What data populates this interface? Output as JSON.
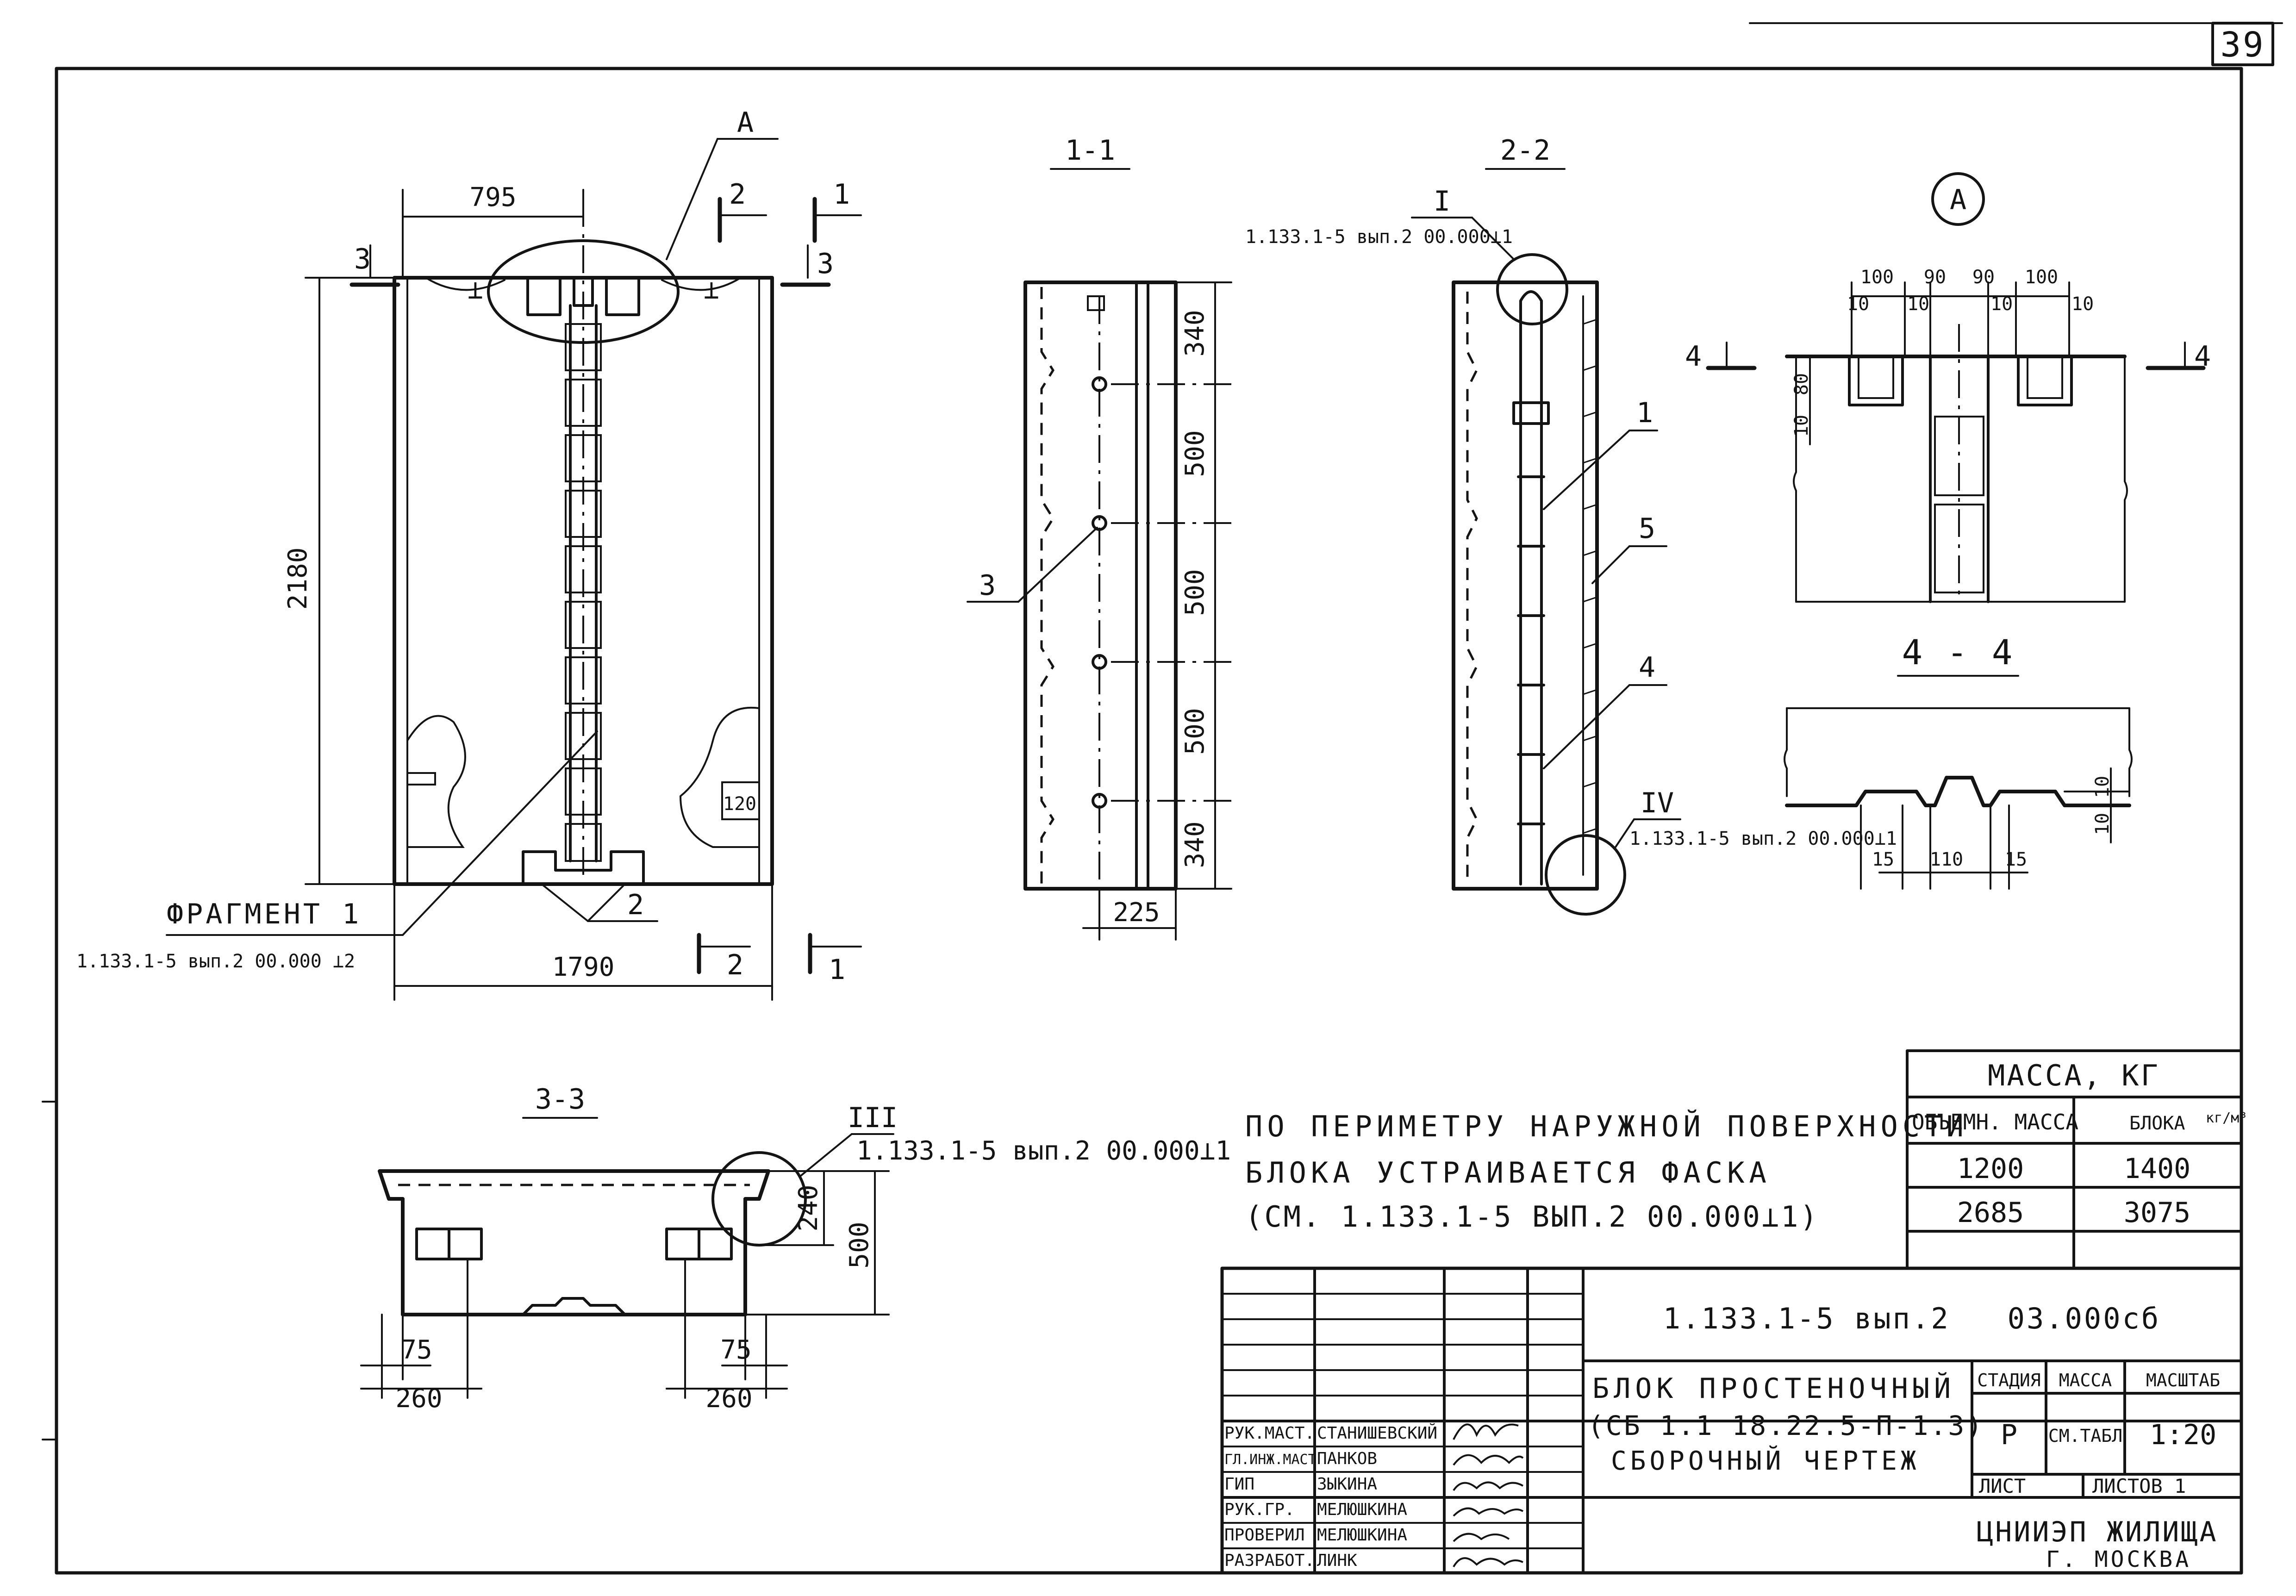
{
  "page_number": "39",
  "elevation": {
    "dim_width_top": "795",
    "dim_height": "2180",
    "dim_width_bottom": "1790",
    "dim_notch": "120",
    "label_A": "A",
    "cut_1": "1",
    "cut_2": "2",
    "cut_3": "3",
    "mark_1": "1",
    "mark_2": "2",
    "fragment_label": "ФРАГМЕНТ 1",
    "fragment_ref": "1.133.1-5 вып.2 00.000 ⊥2"
  },
  "section_1_1": {
    "title": "1-1",
    "dims": [
      "340",
      "500",
      "500",
      "500",
      "340"
    ],
    "dim_bottom": "225",
    "mark": "3"
  },
  "section_2_2": {
    "title": "2-2",
    "node_I": "I",
    "node_I_ref": "1.133.1-5 вып.2 00.000⊥1",
    "node_IV": "IV",
    "node_IV_ref": "1.133.1-5 вып.2 00.000⊥1",
    "marks": [
      "1",
      "5",
      "4"
    ]
  },
  "detail_A": {
    "label": "A",
    "dims_top": [
      "100",
      "90",
      "90",
      "100"
    ],
    "dims_top_small": [
      "10",
      "10",
      "10",
      "10"
    ],
    "dim_80": "80",
    "dim_10": "10",
    "cut_4": "4"
  },
  "section_4_4": {
    "title": "4 - 4",
    "dims_bottom": [
      "15",
      "110",
      "15"
    ],
    "dim_10a": "10",
    "dim_10b": "10"
  },
  "section_3_3": {
    "title": "3-3",
    "node_III": "III",
    "node_III_ref": "1.133.1-5 вып.2 00.000⊥1",
    "dim_240": "240",
    "dim_500": "500",
    "dim_75_left": "75",
    "dim_260_left": "260",
    "dim_75_right": "75",
    "dim_260_right": "260"
  },
  "note": {
    "line1": "По периметру наружной поверхности",
    "line2": "блока устраивается фаска",
    "line3": "(см. 1.133.1-5 вып.2 00.000⊥1)"
  },
  "mass_table": {
    "title": "Масса, кг",
    "header_left": "Объемн. масса",
    "header_right": "блока",
    "header_unit": "кг/м³",
    "rows": [
      [
        "1200",
        "1400"
      ],
      [
        "2685",
        "3075"
      ]
    ]
  },
  "title_block": {
    "doc_code": "1.133.1-5 вып.2   03.000сб",
    "name_line1": "Блок простеночный",
    "name_line2": "(СБ 1.1 18.22.5-П-1.3)",
    "name_line3": "Сборочный чертеж",
    "stage_header": "Стадия",
    "mass_header": "Масса",
    "scale_header": "Масштаб",
    "stage": "Р",
    "mass": "см.табл",
    "scale": "1:20",
    "sheet_label": "Лист",
    "sheets_label": "Листов 1",
    "org_line1": "ЦНИИЭП жилища",
    "org_line2": "г. Москва",
    "roles": [
      "Рук.маст.",
      "Гл.инж.маст",
      "ГИП",
      "Рук.гр.",
      "Проверил",
      "Разработ."
    ],
    "names": [
      "Станишевский",
      "Панков",
      "Зыкина",
      "Мелюшкина",
      "Мелюшкина",
      "Линк"
    ]
  }
}
